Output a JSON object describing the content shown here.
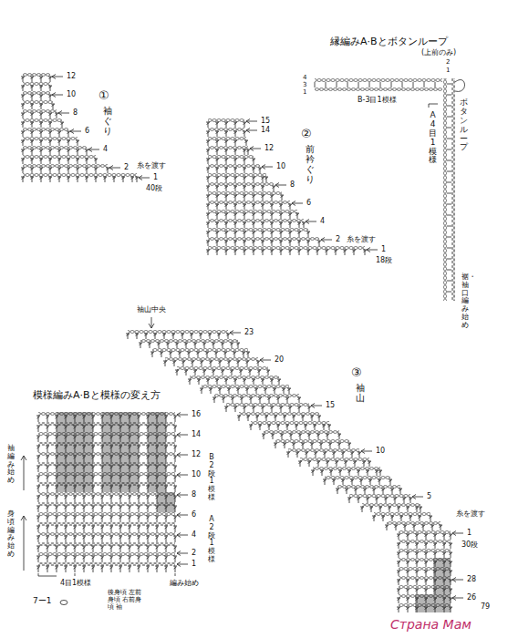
{
  "diagram": {
    "labels": [
      "①",
      "袖ぐり",
      "12",
      "10",
      "8",
      "6",
      "4",
      "2",
      "糸を渡す",
      "1",
      "40段",
      "②",
      "前衿ぐり",
      "15",
      "14",
      "12",
      "10",
      "8",
      "6",
      "4",
      "2",
      "糸を渡す",
      "1",
      "18段",
      "縁編みA·Bとボタンループ",
      "(上前のみ)",
      "4",
      "3",
      "1",
      "2",
      "1",
      "B-3目1模様",
      "ボタンループ",
      "A 4目1模様",
      "裾・袖口編み始め",
      "袖山中央",
      "23",
      "20",
      "15",
      "10",
      "5",
      "③",
      "袖山",
      "糸を渡す",
      "1",
      "30段",
      "28",
      "26",
      "模様編みA·Bと模様の変え方",
      "16",
      "14",
      "12",
      "10",
      "8",
      "6",
      "4",
      "2",
      "1",
      "B 2段1模様",
      "A 2段1模様",
      "袖編み始め",
      "身頃編み始め",
      "4目1模様",
      "後身頃 左前身頃 右前身頃 袖",
      "編み始め",
      "7ー1",
      "79",
      "Страна Мам"
    ]
  }
}
